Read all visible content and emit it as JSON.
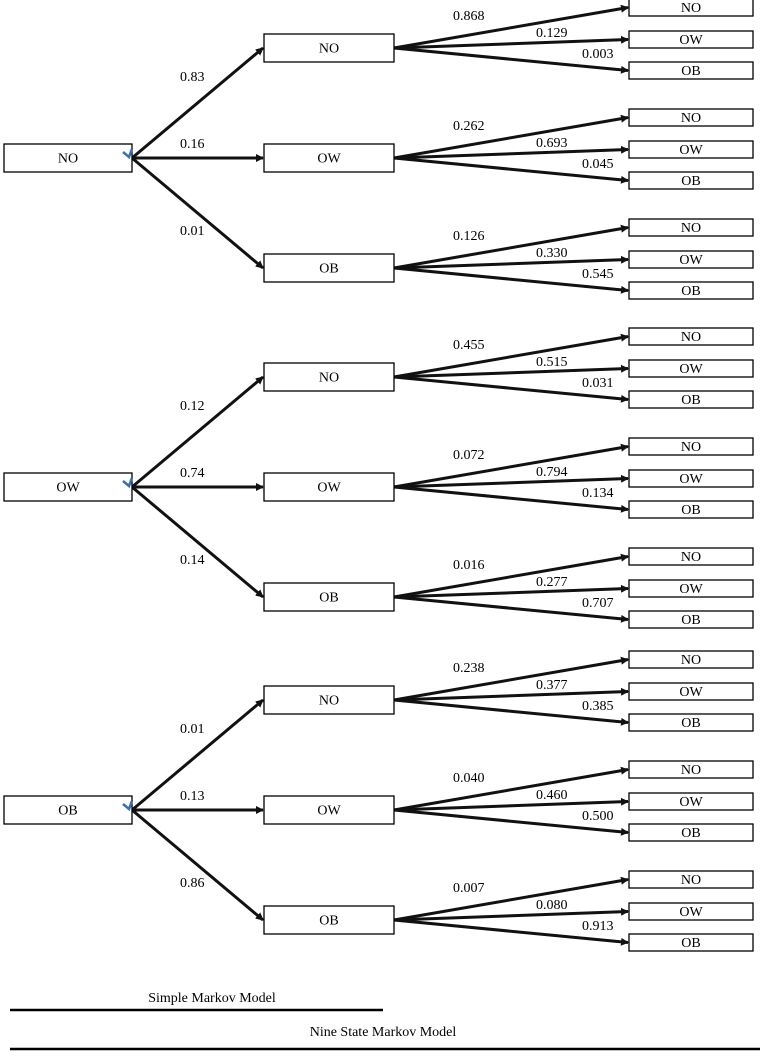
{
  "states": [
    "NO",
    "OW",
    "OB"
  ],
  "trees": [
    {
      "root": "NO",
      "branches": [
        {
          "state": "NO",
          "prob": "0.83",
          "children": [
            {
              "state": "NO",
              "prob": "0.868"
            },
            {
              "state": "OW",
              "prob": "0.129"
            },
            {
              "state": "OB",
              "prob": "0.003"
            }
          ]
        },
        {
          "state": "OW",
          "prob": "0.16",
          "children": [
            {
              "state": "NO",
              "prob": "0.262"
            },
            {
              "state": "OW",
              "prob": "0.693"
            },
            {
              "state": "OB",
              "prob": "0.045"
            }
          ]
        },
        {
          "state": "OB",
          "prob": "0.01",
          "children": [
            {
              "state": "NO",
              "prob": "0.126"
            },
            {
              "state": "OW",
              "prob": "0.330"
            },
            {
              "state": "OB",
              "prob": "0.545"
            }
          ]
        }
      ]
    },
    {
      "root": "OW",
      "branches": [
        {
          "state": "NO",
          "prob": "0.12",
          "children": [
            {
              "state": "NO",
              "prob": "0.455"
            },
            {
              "state": "OW",
              "prob": "0.515"
            },
            {
              "state": "OB",
              "prob": "0.031"
            }
          ]
        },
        {
          "state": "OW",
          "prob": "0.74",
          "children": [
            {
              "state": "NO",
              "prob": "0.072"
            },
            {
              "state": "OW",
              "prob": "0.794"
            },
            {
              "state": "OB",
              "prob": "0.134"
            }
          ]
        },
        {
          "state": "OB",
          "prob": "0.14",
          "children": [
            {
              "state": "NO",
              "prob": "0.016"
            },
            {
              "state": "OW",
              "prob": "0.277"
            },
            {
              "state": "OB",
              "prob": "0.707"
            }
          ]
        }
      ]
    },
    {
      "root": "OB",
      "branches": [
        {
          "state": "NO",
          "prob": "0.01",
          "children": [
            {
              "state": "NO",
              "prob": "0.238"
            },
            {
              "state": "OW",
              "prob": "0.377"
            },
            {
              "state": "OB",
              "prob": "0.385"
            }
          ]
        },
        {
          "state": "OW",
          "prob": "0.13",
          "children": [
            {
              "state": "NO",
              "prob": "0.040"
            },
            {
              "state": "OW",
              "prob": "0.460"
            },
            {
              "state": "OB",
              "prob": "0.500"
            }
          ]
        },
        {
          "state": "OB",
          "prob": "0.86",
          "children": [
            {
              "state": "NO",
              "prob": "0.007"
            },
            {
              "state": "OW",
              "prob": "0.080"
            },
            {
              "state": "OB",
              "prob": "0.913"
            }
          ]
        }
      ]
    }
  ],
  "footer": {
    "simple_model": "Simple Markov Model",
    "nine_state_model": "Nine State Markov Model"
  }
}
